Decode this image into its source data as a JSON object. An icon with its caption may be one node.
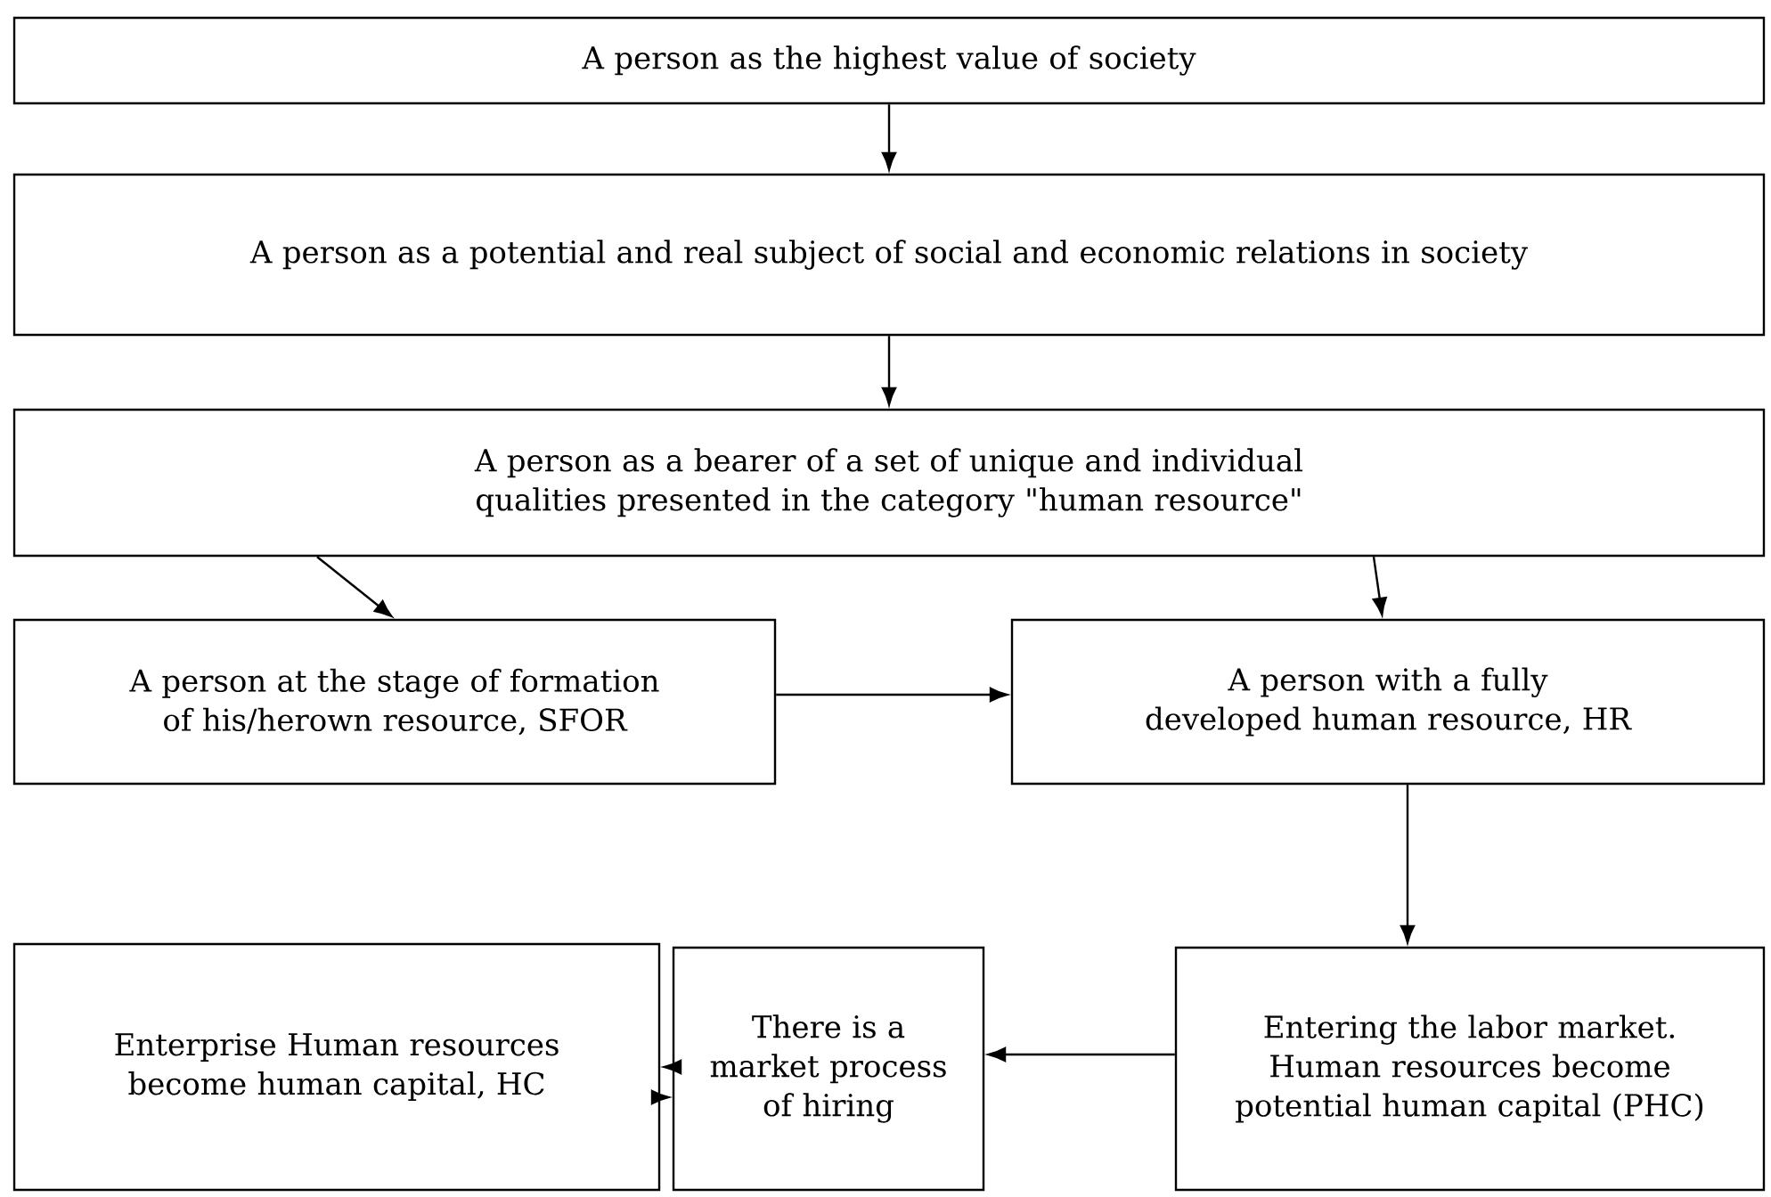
{
  "diagram": {
    "nodes": [
      {
        "text": [
          "A person as the highest value of society"
        ]
      },
      {
        "text": [
          "A person as a potential and real subject of social and economic relations in society"
        ]
      },
      {
        "text": [
          "A person as a bearer of a set of unique and individual qualities presented in the category \"human resource\""
        ]
      },
      {
        "text": [
          "A person at the stage of formation of his/herown resource, SFOR"
        ]
      },
      {
        "text": [
          "A person with a fully developed human resource, HR"
        ]
      },
      {
        "text": [
          "Enterprise Human resources become human capital, HC"
        ]
      },
      {
        "text": [
          "There is a market process of hiring"
        ]
      },
      {
        "text": [
          "Entering the labor market. Human resources become potential human capital (PHC)"
        ]
      }
    ],
    "edges": [
      {
        "from": 0,
        "to": 1,
        "arrow": "to"
      },
      {
        "from": 1,
        "to": 2,
        "arrow": "to"
      },
      {
        "from": 2,
        "to": 3,
        "arrow": "to"
      },
      {
        "from": 2,
        "to": 4,
        "arrow": "to"
      },
      {
        "from": 3,
        "to": 4,
        "arrow": "to"
      },
      {
        "from": 4,
        "to": 7,
        "arrow": "to"
      },
      {
        "from": 7,
        "to": 6,
        "arrow": "to"
      },
      {
        "from": 5,
        "to": 6,
        "arrow": "to"
      },
      {
        "from": 6,
        "to": 5,
        "arrow": "to"
      }
    ]
  }
}
